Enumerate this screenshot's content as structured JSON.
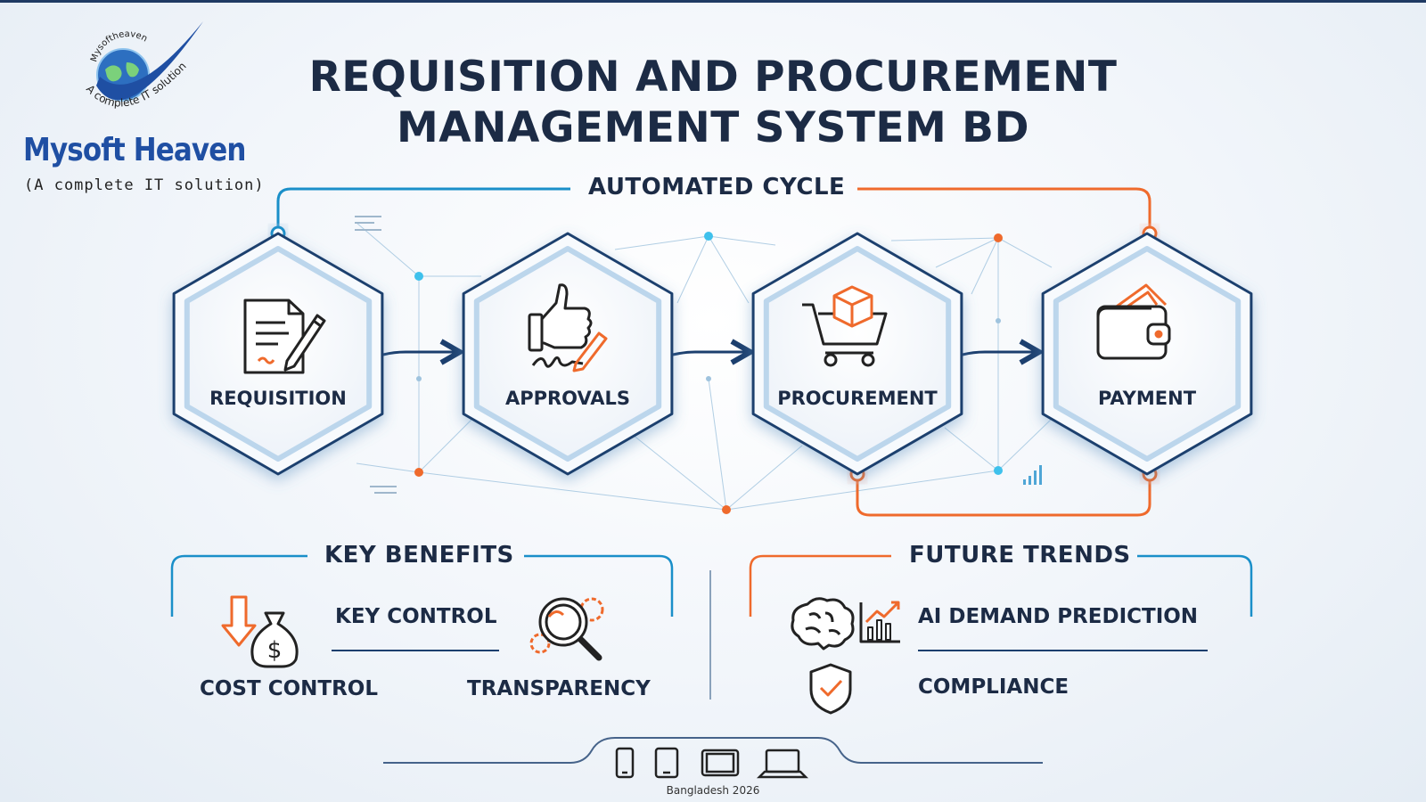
{
  "brand": {
    "name": "Mysoft Heaven",
    "tagline": "(A complete IT solution)",
    "arc_text_top": "Mysoftheaven",
    "arc_text_bottom": "A complete IT solution"
  },
  "title": {
    "line1": "REQUISITION AND PROCUREMENT",
    "line2": "MANAGEMENT SYSTEM BD"
  },
  "cycle": {
    "heading": "AUTOMATED CYCLE",
    "steps": [
      {
        "label": "REQUISITION",
        "icon": "document-pen-icon"
      },
      {
        "label": "APPROVALS",
        "icon": "thumbs-up-signature-icon"
      },
      {
        "label": "PROCUREMENT",
        "icon": "shopping-cart-box-icon"
      },
      {
        "label": "PAYMENT",
        "icon": "wallet-icon"
      }
    ]
  },
  "benefits": {
    "heading": "KEY BENEFITS",
    "items": [
      {
        "label": "KEY CONTROL"
      },
      {
        "label": "COST CONTROL",
        "icon": "money-bag-down-arrow-icon"
      },
      {
        "label": "TRANSPARENCY",
        "icon": "magnifier-gears-icon"
      }
    ]
  },
  "trends": {
    "heading": "FUTURE TRENDS",
    "items": [
      {
        "label": "AI DEMAND PREDICTION",
        "icon": "brain-chart-icon"
      },
      {
        "label": "COMPLIANCE",
        "icon": "shield-check-icon"
      }
    ]
  },
  "devices": [
    "phone-icon",
    "tablet-icon",
    "tablet-landscape-icon",
    "laptop-icon"
  ],
  "footer": {
    "text": "Bangladesh 2026"
  },
  "colors": {
    "navy": "#1c2b45",
    "blue": "#1a8fc9",
    "orange": "#ef6a2c",
    "brand_blue": "#1f4fa3"
  }
}
